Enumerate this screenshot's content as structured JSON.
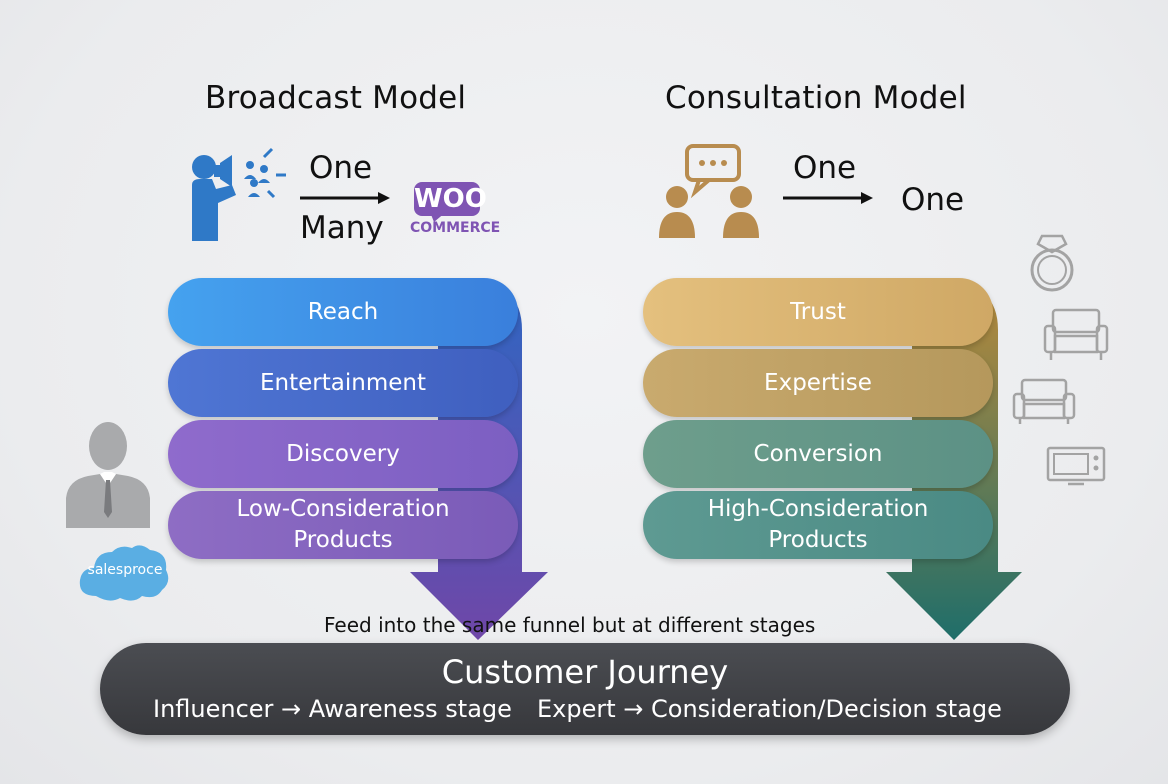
{
  "broadcast": {
    "title": "Broadcast Model",
    "flow_from": "One",
    "flow_to": "Many",
    "logo_text": "WOO",
    "logo_subtext": "COMMERCE",
    "layers": [
      "Reach",
      "Entertainment",
      "Discovery"
    ],
    "last_layer_line1": "Low-Consideration",
    "last_layer_line2": "Products"
  },
  "consultation": {
    "title": "Consultation Model",
    "flow_from": "One",
    "flow_to": "One",
    "layers": [
      "Trust",
      "Expertise",
      "Conversion"
    ],
    "last_layer_line1": "High-Consideration",
    "last_layer_line2": "Products"
  },
  "side_logo_text": "salesproce",
  "caption": "Feed into the same funnel but at different stages",
  "journey": {
    "title": "Customer Journey",
    "left": "Influencer → Awareness stage",
    "right": "Expert → Consideration/Decision stage"
  },
  "colors": {
    "broadcast_top": "#4aa3ec",
    "broadcast_bottom": "#7e5cb8",
    "consultation_top": "#dcb46f",
    "consultation_bottom": "#3f8c86",
    "journey_bar": "#3d3e42",
    "icon_blue": "#2f79c7",
    "icon_gold": "#b88c4f"
  }
}
